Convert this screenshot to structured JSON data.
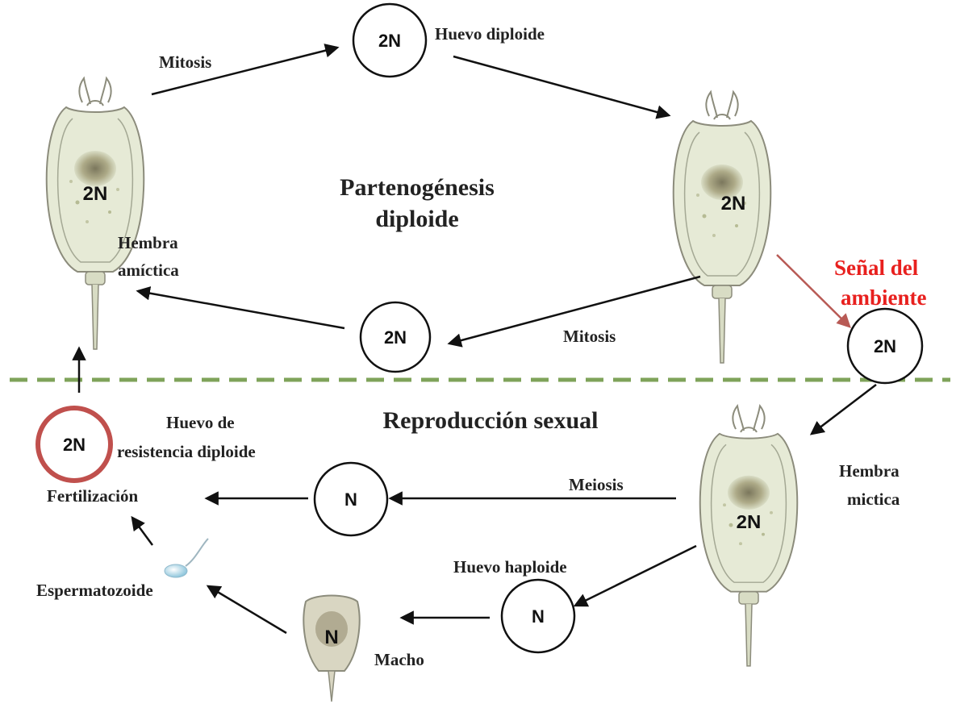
{
  "colors": {
    "arrow": "#111111",
    "signal_text": "#e8201e",
    "signal_arrow": "#b85a55",
    "divider": "#7fa35a",
    "resistant_egg_ring": "#c0504d",
    "rotifer_outline": "#8c8c7c",
    "rotifer_fill": "#e6ead6"
  },
  "cycles": {
    "asexual_title": [
      "Partenogénesis",
      "diploide"
    ],
    "sexual_title": "Reproducción sexual"
  },
  "nodes": {
    "top_egg": "2N",
    "mid_egg": "2N",
    "signal_egg": "2N",
    "resistance_egg": "2N",
    "meiosis_egg": "N",
    "haploid_egg": "N"
  },
  "organisms": {
    "amictic_left": {
      "ploidy": "2N",
      "label": [
        "Hembra",
        "amíctica"
      ]
    },
    "amictic_right": {
      "ploidy": "2N"
    },
    "mictic": {
      "ploidy": "2N",
      "label": [
        "Hembra",
        "mictica"
      ]
    },
    "male": {
      "ploidy": "N",
      "label": "Macho"
    }
  },
  "labels": {
    "mitosis_top": "Mitosis",
    "huevo_diploide": "Huevo diploide",
    "mitosis_mid": "Mitosis",
    "signal": [
      "Señal del",
      "ambiente"
    ],
    "huevo_resistencia": [
      "Huevo de",
      "resistencia diploide"
    ],
    "fertilizacion": "Fertilización",
    "meiosis": "Meiosis",
    "huevo_haploide": "Huevo haploide",
    "espermatozoide": "Espermatozoide"
  },
  "icons": {
    "sperm": "sperm-icon",
    "rotifer": "rotifer-icon"
  }
}
